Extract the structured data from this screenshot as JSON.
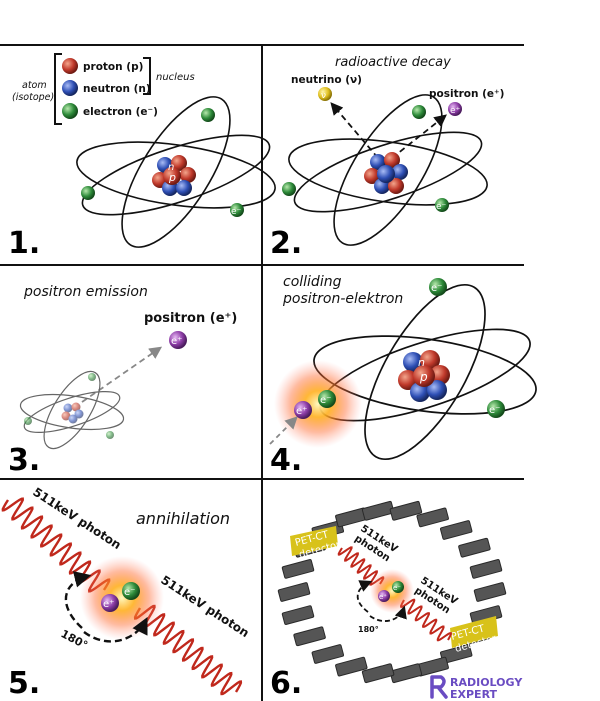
{
  "panel1": {
    "number": "1.",
    "legend_proton": "proton (p)",
    "legend_neutron": "neutron (n)",
    "legend_electron": "electron (e⁻)",
    "group_atom_line1": "atom",
    "group_atom_line2": "(isotope)",
    "group_nucleus": "nucleus",
    "nucleon_n": "n",
    "nucleon_p": "p",
    "electron_mark": "e⁻"
  },
  "panel2": {
    "number": "2.",
    "title": "radioactive decay",
    "neutrino_label": "neutrino (ν)",
    "neutrino_mark": "ν",
    "positron_label": "positron (e⁺)",
    "positron_mark": "e⁺",
    "electron_mark": "e⁻"
  },
  "panel3": {
    "number": "3.",
    "title": "positron emission",
    "positron_label": "positron (e⁺)",
    "positron_mark": "e⁺"
  },
  "panel4": {
    "number": "4.",
    "title_line1": "colliding",
    "title_line2": "positron-elektron",
    "electron_mark": "e⁻",
    "positron_mark": "e⁺",
    "nucleon_n": "n",
    "nucleon_p": "p"
  },
  "panel5": {
    "number": "5.",
    "title": "annihilation",
    "photon_label": "511keV photon",
    "angle": "180°",
    "positron_mark": "e⁺",
    "electron_mark": "e⁻"
  },
  "panel6": {
    "number": "6.",
    "photon_label_line1": "511keV",
    "photon_label_line2": "photon",
    "detector_line1": "PET-CT",
    "detector_line2": "detector",
    "angle": "180°",
    "positron_mark": "e⁺",
    "electron_mark": "e⁻",
    "logo_line1": "RADIOLOGY",
    "logo_line2": "EXPERT"
  },
  "colors": {
    "proton": "#c0392b",
    "neutron": "#2e4fb5",
    "electron": "#2e8b3a",
    "positron": "#8e3ea8",
    "neutrino": "#e0c020",
    "photon": "#c0281c",
    "detector": "#555555",
    "logo": "#6a4cc2"
  }
}
